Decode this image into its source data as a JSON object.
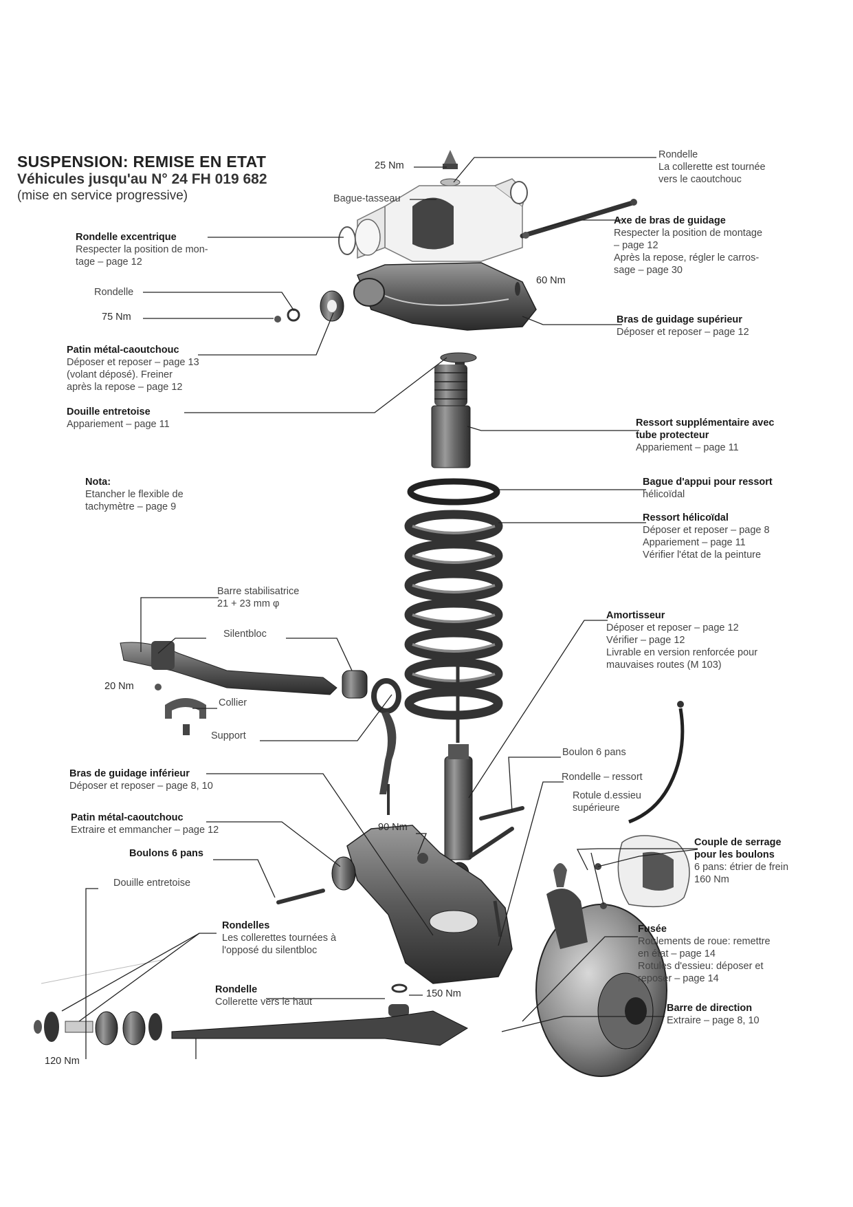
{
  "header": {
    "title": "SUSPENSION: REMISE EN ETAT",
    "subtitle": "Véhicules jusqu'au N° 24 FH 019 682",
    "note": "(mise en service progressive)"
  },
  "torques": {
    "t25": "25 Nm",
    "t60": "60 Nm",
    "t75": "75 Nm",
    "t20": "20 Nm",
    "t90": "90 Nm",
    "t150": "150 Nm",
    "t120": "120 Nm"
  },
  "labels": {
    "bague_tasseau": {
      "title": "Bague-tasseau"
    },
    "rondelle_top": {
      "title": "Rondelle",
      "lines": [
        "La collerette est tournée",
        "vers le caoutchouc"
      ]
    },
    "axe_bras": {
      "title": "Axe de bras de guidage",
      "lines": [
        "Respecter la position de montage",
        "– page 12",
        "Après la repose, régler le carros-",
        "sage – page 30"
      ]
    },
    "rondelle_excentrique": {
      "title": "Rondelle excentrique",
      "lines": [
        "Respecter la position de mon-",
        "tage – page 12"
      ]
    },
    "rondelle_left": {
      "title": "Rondelle"
    },
    "bras_sup": {
      "title": "Bras de guidage supérieur",
      "lines": [
        "Déposer et reposer – page 12"
      ]
    },
    "patin_1": {
      "title": "Patin métal-caoutchouc",
      "lines": [
        "Déposer et reposer – page 13",
        "(volant déposé). Freiner",
        "après la repose – page 12"
      ]
    },
    "douille_1": {
      "title": "Douille entretoise",
      "lines": [
        "Appariement – page 11"
      ]
    },
    "ressort_supp": {
      "title": "Ressort supplémentaire avec",
      "title2": "tube protecteur",
      "lines": [
        "Appariement – page 11"
      ]
    },
    "nota": {
      "title": "Nota:",
      "lines": [
        "Etancher le flexible de",
        "tachymètre – page 9"
      ]
    },
    "bague_appui": {
      "title": "Bague d'appui pour ressort",
      "lines": [
        "hélicoïdal"
      ]
    },
    "ressort_heli": {
      "title": "Ressort hélicoïdal",
      "lines": [
        "Déposer et reposer – page 8",
        "Appariement – page 11",
        "Vérifier l'état de la peinture"
      ]
    },
    "barre_stab": {
      "title": "Barre stabilisatrice",
      "lines": [
        "21 + 23 mm φ"
      ]
    },
    "silentbloc": {
      "title": "Silentbloc"
    },
    "amortisseur": {
      "title": "Amortisseur",
      "lines": [
        "Déposer et reposer – page 12",
        "Vérifier – page 12",
        "Livrable en version renforcée pour",
        "mauvaises routes (M 103)"
      ]
    },
    "collier": {
      "title": "Collier"
    },
    "support": {
      "title": "Support"
    },
    "boulon_6": {
      "title": "Boulon 6 pans"
    },
    "bras_inf": {
      "title": "Bras de guidage inférieur",
      "lines": [
        "Déposer et reposer – page 8, 10"
      ]
    },
    "rondelle_ressort": {
      "title": "Rondelle – ressort"
    },
    "rotule": {
      "title": "Rotule d.essieu",
      "title2": "supérieure"
    },
    "patin_2": {
      "title": "Patin métal-caoutchouc",
      "lines": [
        "Extraire et emmancher – page 12"
      ]
    },
    "couple": {
      "title": "Couple de serrage",
      "title2": "pour les boulons",
      "lines": [
        "6 pans: étrier de frein",
        "160 Nm"
      ]
    },
    "boulons_6": {
      "title": "Boulons 6 pans"
    },
    "douille_2": {
      "title": "Douille entretoise"
    },
    "fusee": {
      "title": "Fusée",
      "lines": [
        "Roulements de roue: remettre",
        "en état – page 14",
        "Rotules d'essieu: déposer et",
        "reposer – page 14"
      ]
    },
    "rondelles": {
      "title": "Rondelles",
      "lines": [
        "Les collerettes tournées à",
        "l'opposé du silentbloc"
      ]
    },
    "rondelle_bas": {
      "title": "Rondelle",
      "lines": [
        "Collerette vers le haut"
      ]
    },
    "barre_dir": {
      "title": "Barre de direction",
      "lines": [
        "Extraire – page 8, 10"
      ]
    }
  }
}
